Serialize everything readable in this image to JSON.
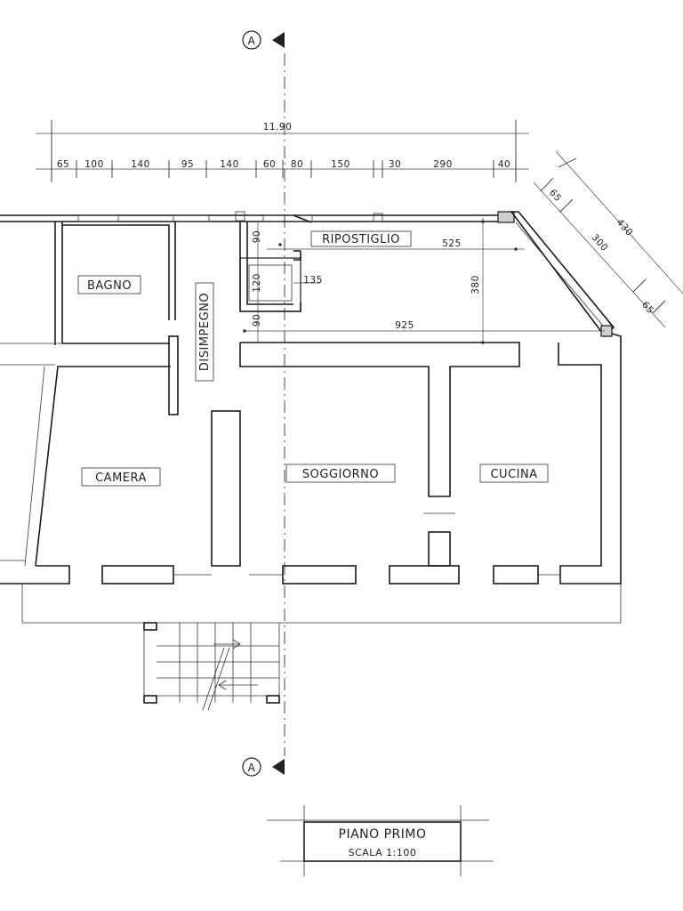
{
  "section_marker": {
    "letter": "A"
  },
  "overall_dimension": "11.90",
  "top_dimensions": [
    "65",
    "100",
    "140",
    "95",
    "140",
    "60",
    "80",
    "150",
    "30",
    "290",
    "40"
  ],
  "diagonal_dimensions": {
    "outer": "430",
    "segment_top": "65",
    "segment_middle": "300",
    "segment_bottom": "65"
  },
  "interior_dimensions": {
    "d525": "525",
    "d925": "925",
    "d380": "380",
    "d90a": "90",
    "d120": "120",
    "d90b": "90",
    "d135": "135"
  },
  "rooms": {
    "bagno": "BAGNO",
    "disimpegno": "DISIMPEGNO",
    "ripostiglio": "RIPOSTIGLIO",
    "camera": "CAMERA",
    "soggiorno": "SOGGIORNO",
    "cucina": "CUCINA"
  },
  "title_block": {
    "title": "PIANO PRIMO",
    "scale": "SCALA 1:100"
  }
}
